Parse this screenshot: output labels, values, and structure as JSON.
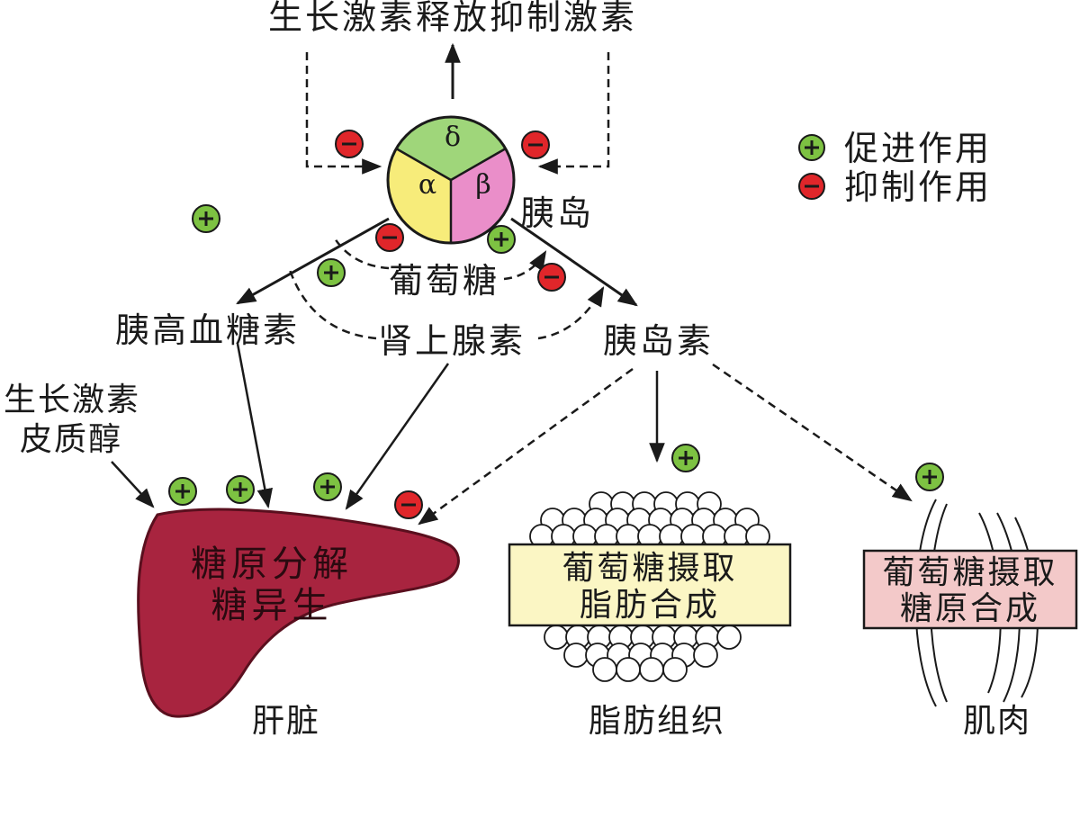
{
  "title_top": "生长激素释放抑制激素",
  "islet": {
    "label": "胰岛",
    "cells": {
      "alpha": "α",
      "beta": "β",
      "delta": "δ"
    }
  },
  "hormones": {
    "glucagon": "胰高血糖素",
    "glucose": "葡萄糖",
    "adrenaline": "肾上腺素",
    "insulin": "胰岛素",
    "gh_line1": "生长激素",
    "gh_line2": "皮质醇"
  },
  "legend": {
    "promote": "促进作用",
    "inhibit": "抑制作用"
  },
  "liver": {
    "line1": "糖原分解",
    "line2": "糖异生",
    "caption": "肝脏"
  },
  "fat": {
    "line1": "葡萄糖摄取",
    "line2": "脂肪合成",
    "caption": "脂肪组织"
  },
  "muscle": {
    "line1": "葡萄糖摄取",
    "line2": "糖原合成",
    "caption": "肌肉"
  },
  "colors": {
    "promote_fill": "#7dc242",
    "inhibit_fill": "#e0262a",
    "liver": "#a8243f",
    "delta_sector": "#9fd67a",
    "alpha_sector": "#f7ec7a",
    "beta_sector": "#ea8ec9",
    "fat_box": "#fbf6c4",
    "muscle_box": "#f3c9c9"
  },
  "icons": {
    "promote": "plus-circle-icon",
    "inhibit": "minus-circle-icon"
  }
}
